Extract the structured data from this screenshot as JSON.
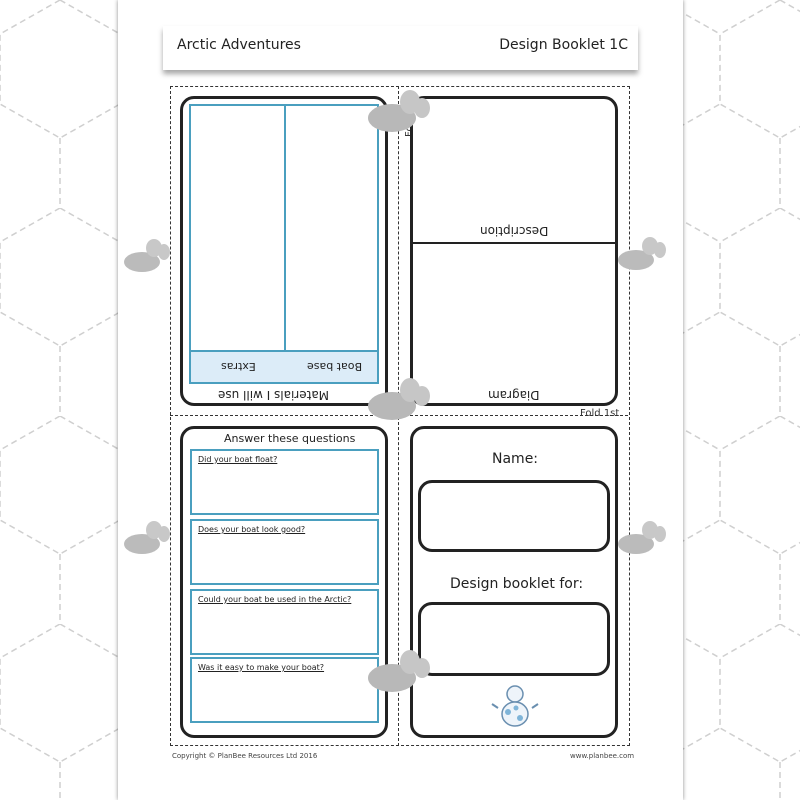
{
  "header": {
    "title_left": "Arctic Adventures",
    "title_right": "Design Booklet 1C"
  },
  "fold_labels": {
    "fold_2nd": "Fold 2nd",
    "fold_1st": "Fold 1st"
  },
  "materials": {
    "title": "Materials I will use",
    "col_1": "Boat base",
    "col_2": "Extras"
  },
  "design_panel": {
    "description": "Description",
    "diagram": "Diagram"
  },
  "questions": {
    "title": "Answer these questions",
    "items": [
      "Did your boat float?",
      "Does your boat look good?",
      "Could your boat be used in the Arctic?",
      "Was it easy to make your boat?"
    ]
  },
  "cover": {
    "name_label": "Name:",
    "design_for_label": "Design booklet for:"
  },
  "footer": {
    "copyright": "Copyright © PlanBee Resources Ltd 2016",
    "website": "www.planbee.com"
  }
}
